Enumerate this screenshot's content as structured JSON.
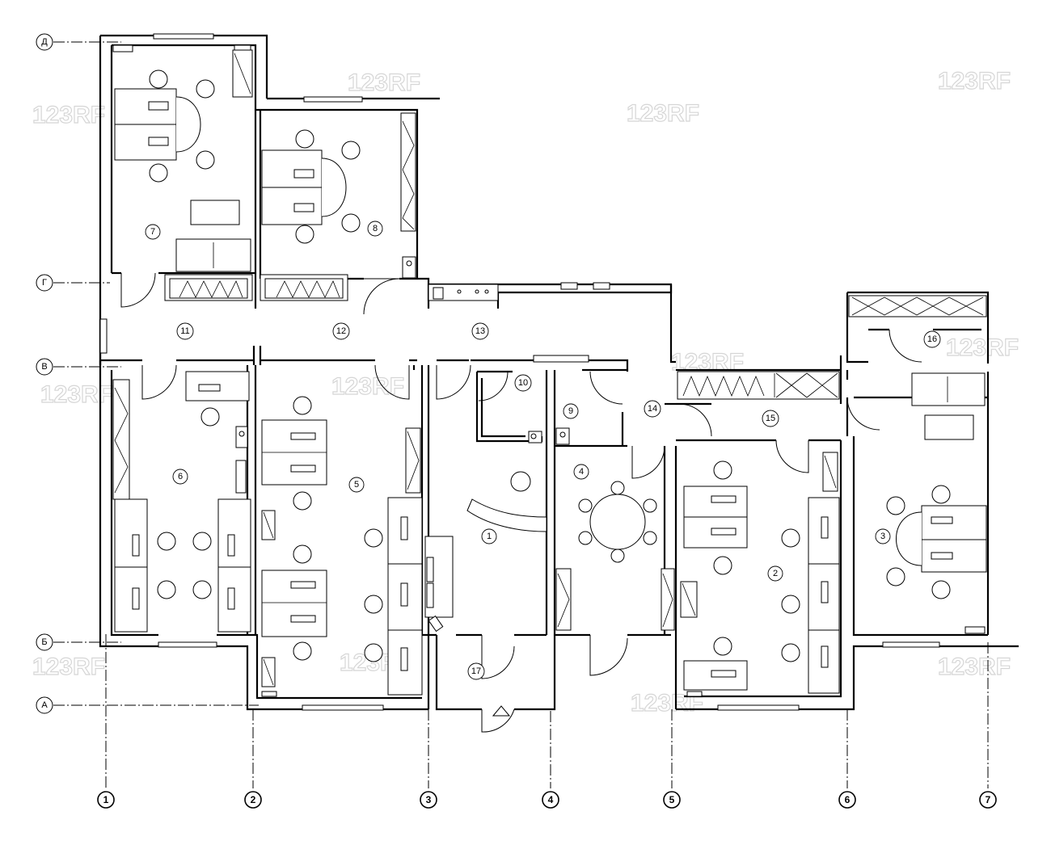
{
  "watermark": "123RF",
  "axes": {
    "rows": [
      "Д",
      "Г",
      "В",
      "Б",
      "А"
    ],
    "columns": [
      "1",
      "2",
      "3",
      "4",
      "5",
      "6",
      "7"
    ]
  },
  "rooms": [
    "1",
    "2",
    "3",
    "4",
    "5",
    "6",
    "7",
    "8",
    "9",
    "10",
    "11",
    "12",
    "13",
    "14",
    "15",
    "16",
    "17"
  ]
}
